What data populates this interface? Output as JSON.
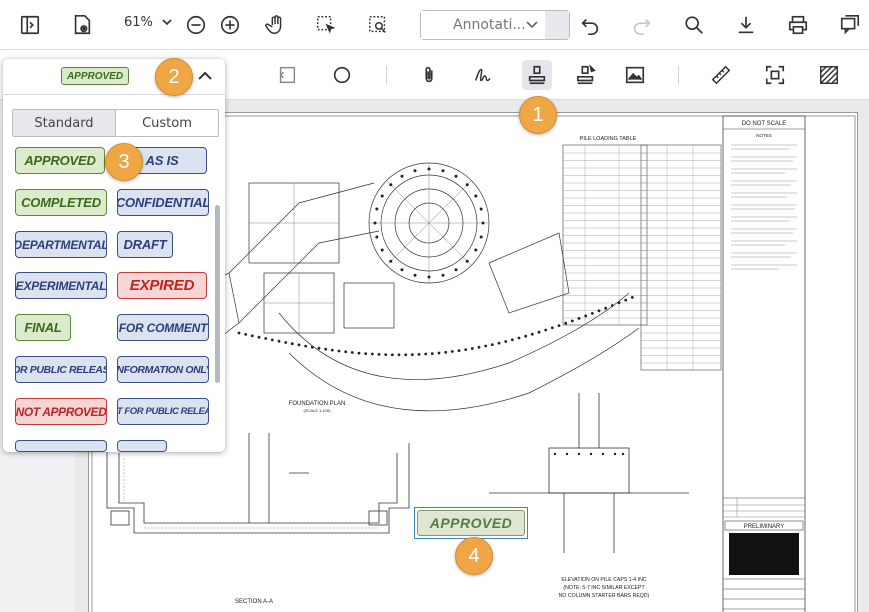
{
  "toolbar": {
    "zoom_level": "61%",
    "mode_label": "Annotati..."
  },
  "annot_tools": [
    "rectangle",
    "ellipse",
    "attachment",
    "signature",
    "stamp",
    "rubber-stamp",
    "image",
    "ruler",
    "crop",
    "hatch"
  ],
  "stamp_panel": {
    "selected_preview": "APPROVED",
    "tabs": [
      "Standard",
      "Custom"
    ],
    "active_tab": "Standard",
    "stamps": [
      {
        "label": "APPROVED",
        "color": "green"
      },
      {
        "label": "AS IS",
        "color": "blue"
      },
      {
        "label": "COMPLETED",
        "color": "green"
      },
      {
        "label": "CONFIDENTIAL",
        "color": "blue"
      },
      {
        "label": "DEPARTMENTAL",
        "color": "blue"
      },
      {
        "label": "DRAFT",
        "color": "blue"
      },
      {
        "label": "EXPERIMENTAL",
        "color": "blue"
      },
      {
        "label": "EXPIRED",
        "color": "red"
      },
      {
        "label": "FINAL",
        "color": "green"
      },
      {
        "label": "FOR COMMENT",
        "color": "blue"
      },
      {
        "label": "FOR PUBLIC RELEASE",
        "color": "blue"
      },
      {
        "label": "INFORMATION ONLY",
        "color": "blue"
      },
      {
        "label": "NOT APPROVED",
        "color": "red"
      },
      {
        "label": "NOT FOR PUBLIC RELEASE",
        "color": "blue"
      }
    ]
  },
  "callouts": [
    "1",
    "2",
    "3",
    "4"
  ],
  "drawing": {
    "placed_stamp": "APPROVED",
    "pile_table_title": "PILE LOADING TABLE",
    "foundation_label": "FOUNDATION PLAN",
    "foundation_scale": "(SCALE 1:100)",
    "section_label": "SECTION A-A",
    "elevation_label_1": "ELEVATION ON PILE CAPS 1-4 INC",
    "elevation_label_2": "(NOTE: 5-7 INC SIMILAR EXCEPT",
    "elevation_label_3": "NO COLUMN STARTER BARS REQD)",
    "do_not_scale": "DO NOT SCALE",
    "notes_heading": "NOTES",
    "preliminary": "PRELIMINARY"
  },
  "colors": {
    "callout": "#efa644",
    "green_stamp": "#3b6a1c",
    "blue_stamp": "#2c3f7c",
    "red_stamp": "#c12323"
  }
}
